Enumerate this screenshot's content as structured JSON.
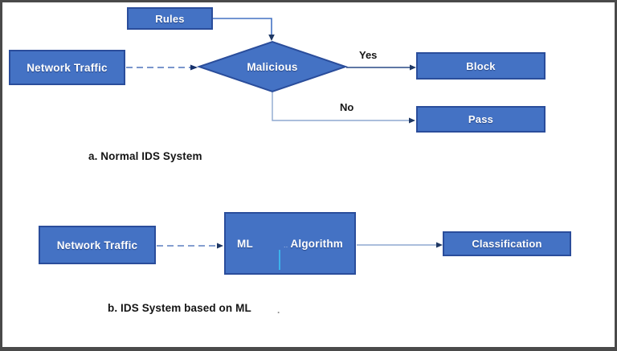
{
  "diagram_a": {
    "caption": "a. Normal IDS System",
    "rules_label": "Rules",
    "network_traffic_label": "Network Traffic",
    "decision_label": "Malicious",
    "yes_label": "Yes",
    "no_label": "No",
    "block_label": "Block",
    "pass_label": "Pass"
  },
  "diagram_b": {
    "caption": "b. IDS System based on ML",
    "network_traffic_label": "Network Traffic",
    "ml_label": "ML",
    "between_dots": "..",
    "algorithm_label": "Algorithm",
    "classification_label": "Classification",
    "stray_dot": "."
  },
  "colors": {
    "node_fill": "#4472c4",
    "node_border": "#2a4d9b",
    "arrowhead": "#1f3864",
    "line_light": "#8fa9d0",
    "line_medium": "#4f74bc",
    "rules_line": "#4472c4",
    "cursor_artifact": "#3bbdf2",
    "frame_border": "#4a4a4a",
    "label_text": "#ffffff",
    "caption_text": "#151515"
  }
}
